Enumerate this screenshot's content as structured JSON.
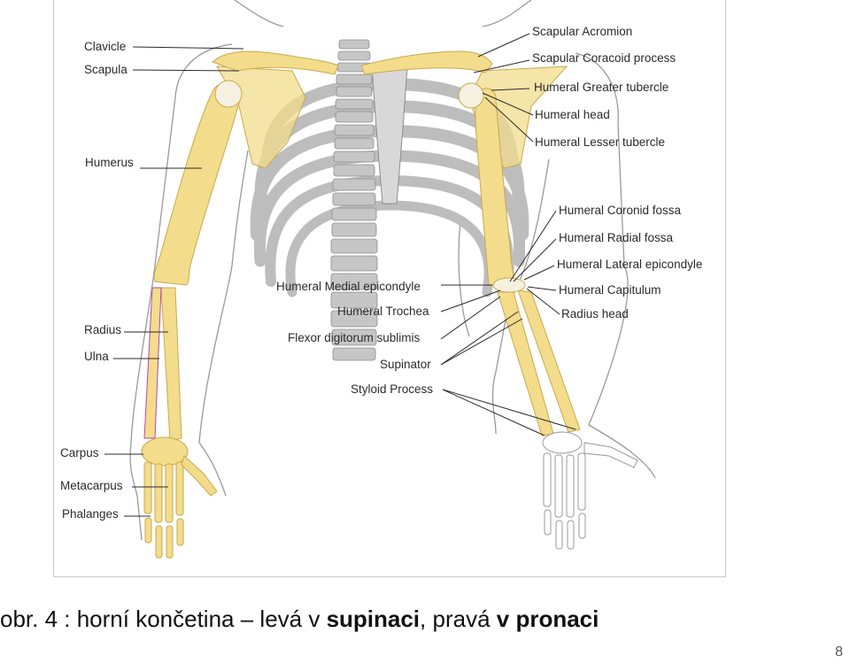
{
  "labels_left": {
    "clavicle": "Clavicle",
    "scapula": "Scapula",
    "humerus": "Humerus",
    "radius": "Radius",
    "ulna": "Ulna",
    "carpus": "Carpus",
    "metacarpus": "Metacarpus",
    "phalanges": "Phalanges"
  },
  "labels_right": {
    "scapular_acromion": "Scapular Acromion",
    "scapular_coracoid": "Scapular Coracoid process",
    "humeral_greater_tubercle": "Humeral Greater tubercle",
    "humeral_head": "Humeral head",
    "humeral_lesser_tubercle": "Humeral Lesser tubercle",
    "humeral_coronid_fossa": "Humeral Coronid fossa",
    "humeral_radial_fossa": "Humeral Radial fossa",
    "humeral_lateral_epicondyle": "Humeral Lateral epicondyle",
    "humeral_capitulum": "Humeral Capitulum",
    "radius_head": "Radius head"
  },
  "labels_center": {
    "humeral_medial_epicondyle": "Humeral Medial epicondyle",
    "humeral_trochea": "Humeral Trochea",
    "flexor_digitorum": "Flexor digitorum sublimis",
    "supinator": "Supinator",
    "styloid_process": "Styloid Process"
  },
  "caption": {
    "prefix": "obr. 4  : horní končetina – levá v ",
    "bold1": "supinaci",
    "middle": ", pravá ",
    "bold2": "v pronaci"
  },
  "page_number": "8",
  "colors": {
    "bone": "#f3dc8c",
    "bone_outline": "#c9a94a",
    "rib": "#bdbdbd",
    "rib_outline": "#8c8c8c",
    "skin_outline": "#9a9a9a",
    "text": "#2b2b2b"
  }
}
